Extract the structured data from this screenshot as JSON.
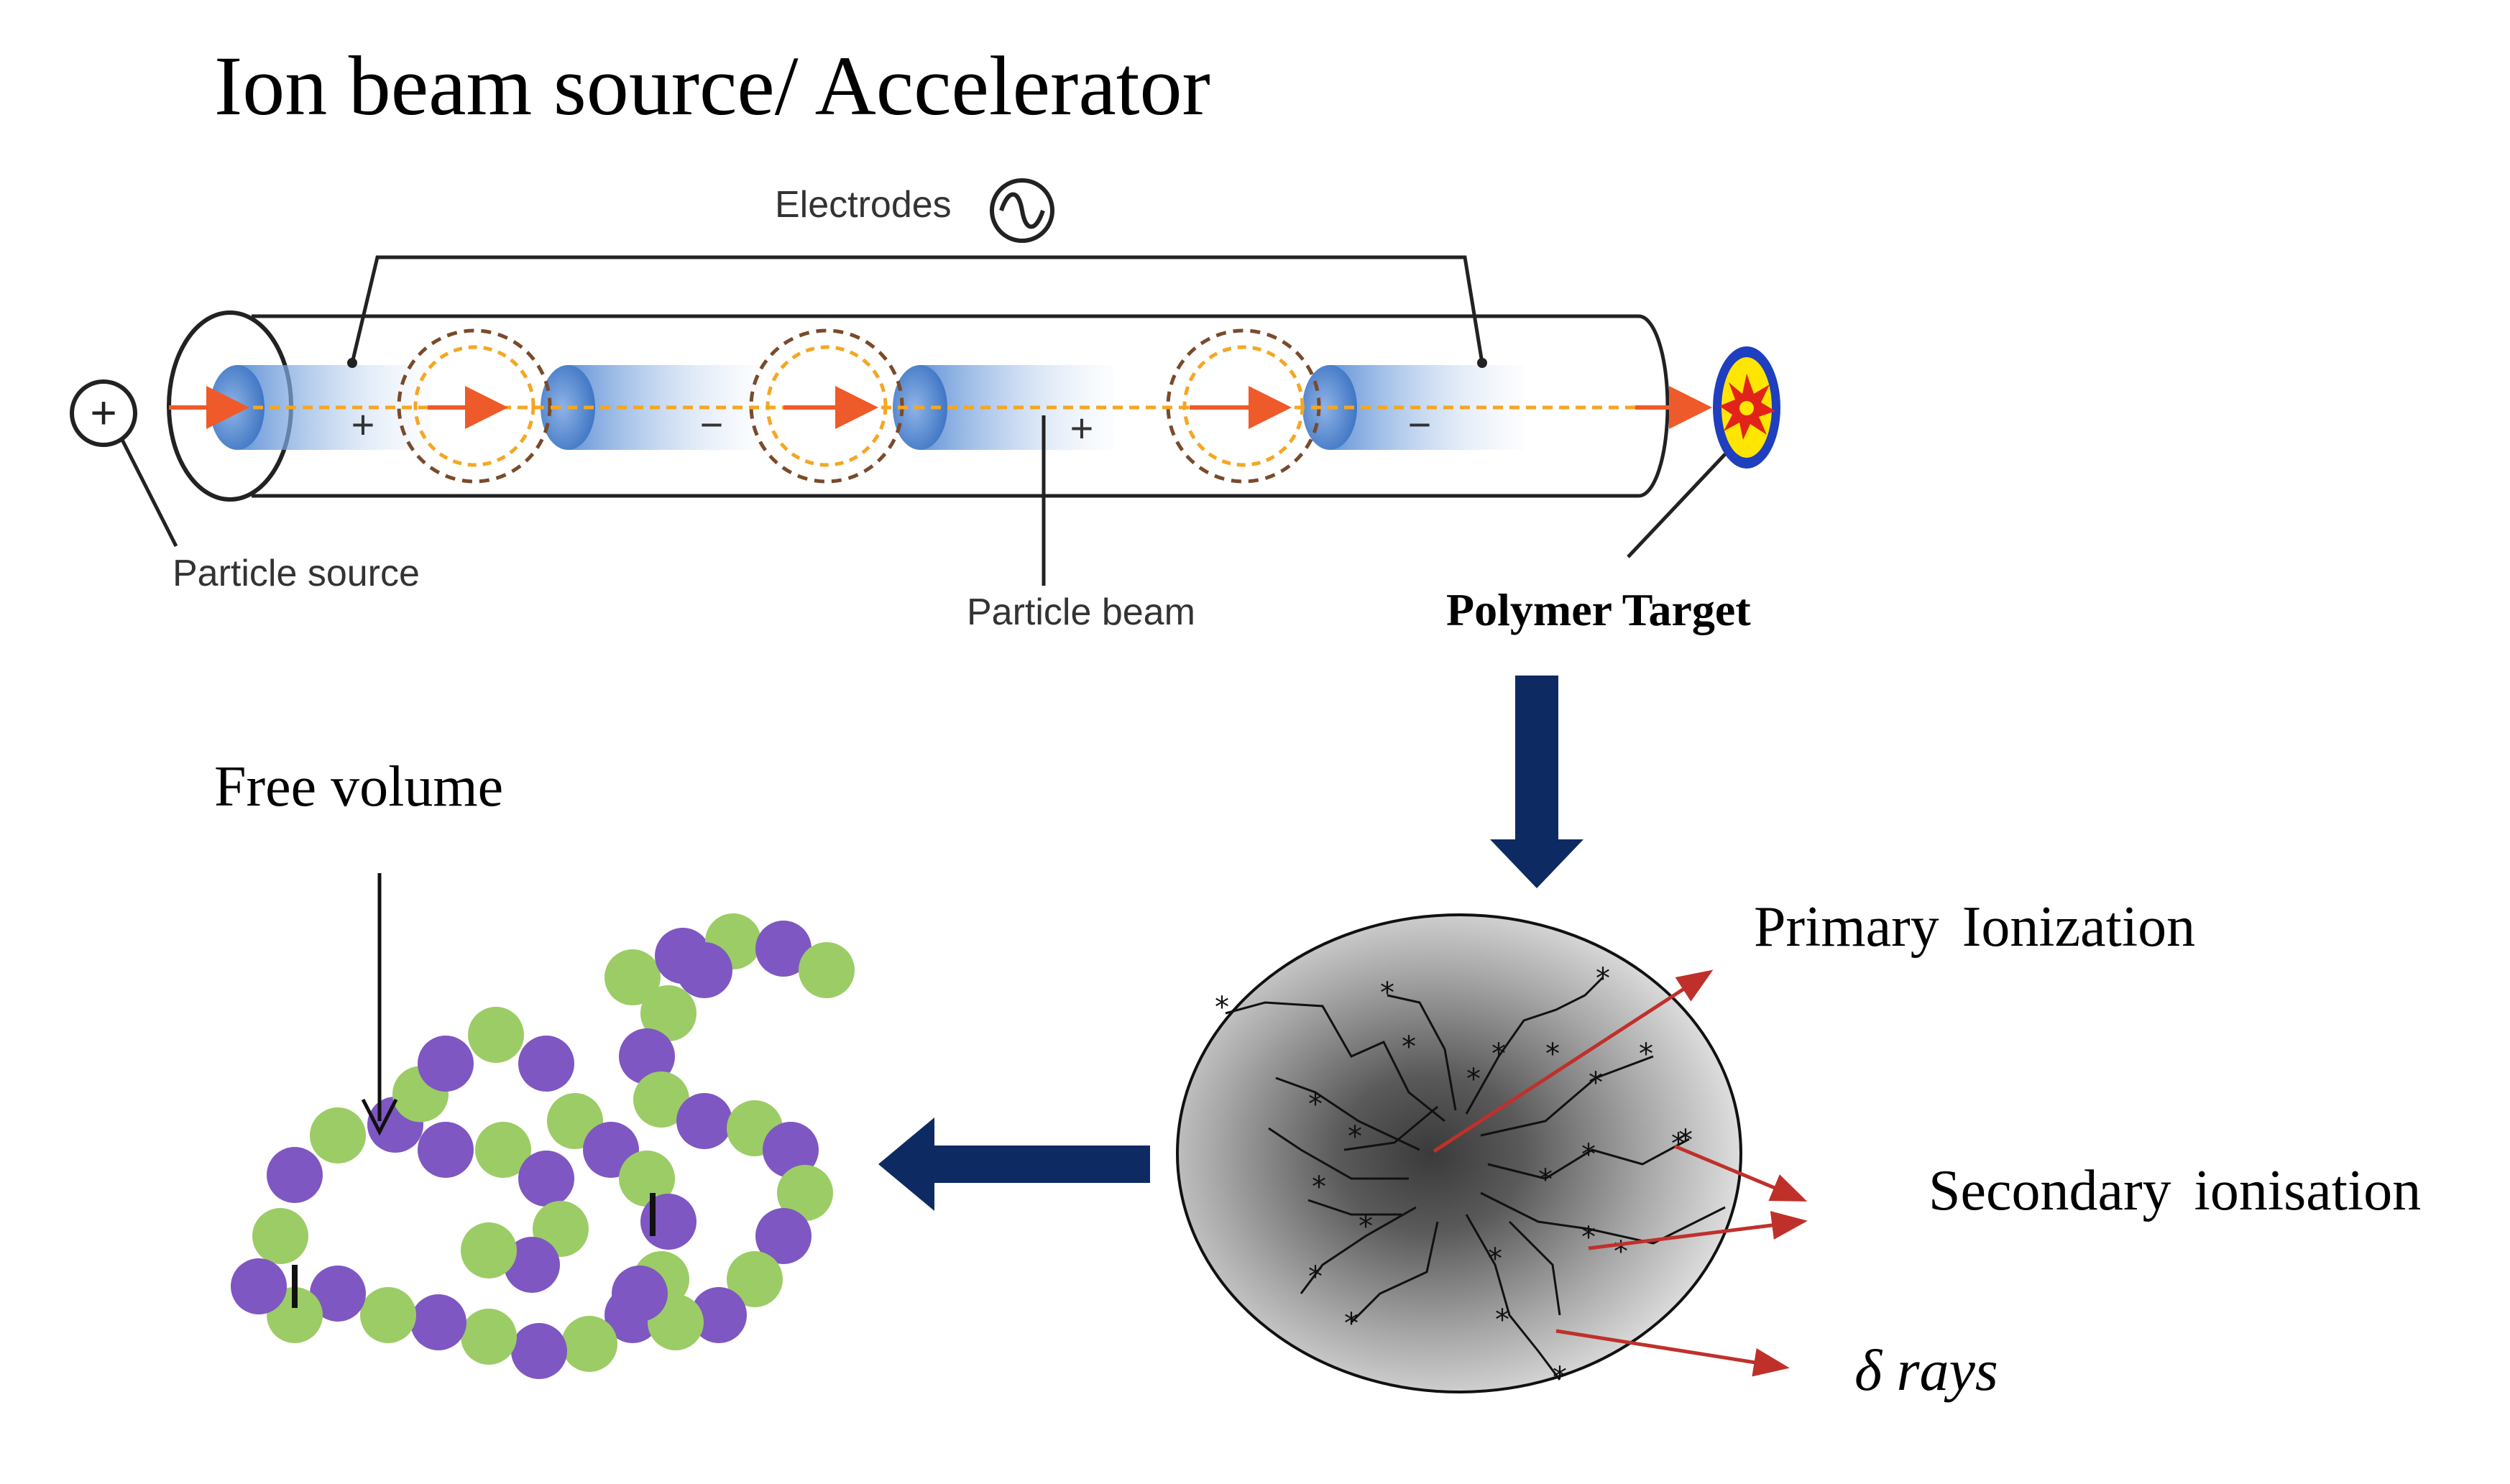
{
  "title": "Ion beam source/ Accelerator",
  "labels": {
    "electrodes": "Electrodes",
    "particle_source": "Particle source",
    "particle_beam": "Particle beam",
    "polymer_target": "Polymer Target",
    "free_volume": "Free volume",
    "primary_ionization": "Primary  Ionization",
    "secondary_ionisation": "Secondary  ionisation",
    "delta_rays": "δ rays"
  },
  "electrode_charges": [
    "+",
    "−",
    "+",
    "−"
  ],
  "source_symbol": "+",
  "colors": {
    "beam_blue": "#5b8fd6",
    "beam_light": "#dfe9f7",
    "arrow_orange": "#ef5a2a",
    "dashed_orange": "#f5a623",
    "dashed_brown": "#7a4a2a",
    "process_arrow_navy": "#0d2a63",
    "target_yellow": "#ffe600",
    "target_blue": "#1f3fbf",
    "target_red": "#e2231a",
    "ray_red": "#c0302b",
    "bead_green": "#9ccc65",
    "bead_purple": "#7e57c2"
  }
}
